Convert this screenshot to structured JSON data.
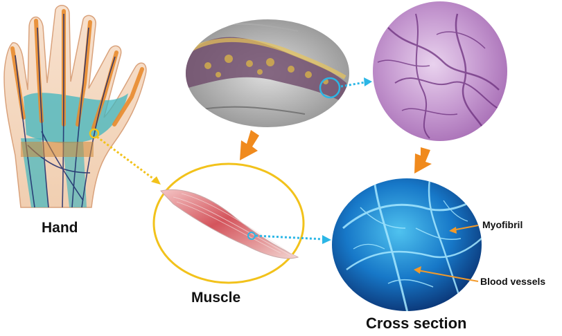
{
  "labels": {
    "hand": "Hand",
    "muscle": "Muscle",
    "cross_section": "Cross section",
    "myofibril": "Myofibril",
    "blood_vessels": "Blood vessels"
  },
  "colors": {
    "yellow_connector": "#f2c21b",
    "blue_connector": "#2bb6e6",
    "orange_arrow": "#f08a1d",
    "callout_line": "#f39a2a",
    "muscle_ring": "#f2c21b"
  }
}
